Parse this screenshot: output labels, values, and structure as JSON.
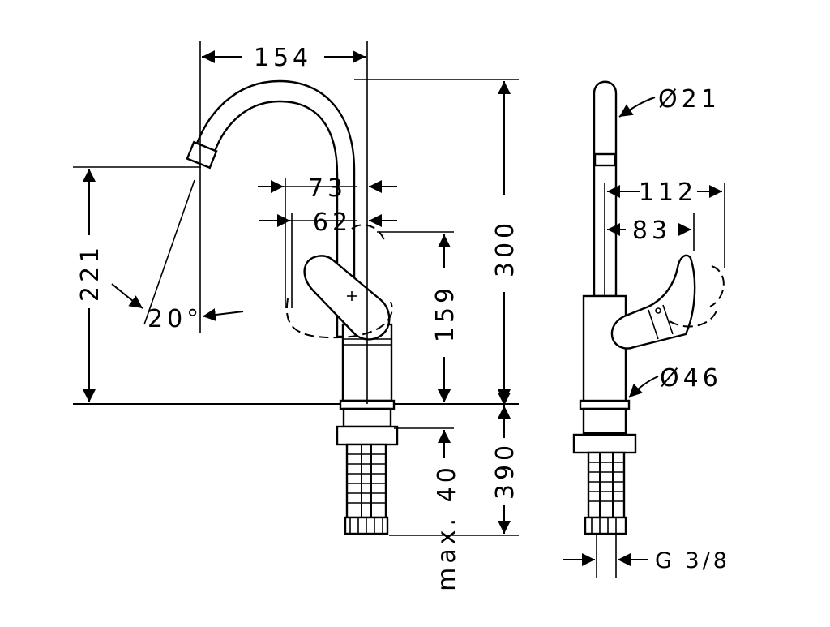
{
  "front_view": {
    "width_total": "154",
    "width_handle_a": "73",
    "width_handle_b": "62",
    "height_total": "300",
    "height_spout": "221",
    "height_handle": "159",
    "spout_angle": "20°",
    "below_deck_max": "max. 40",
    "below_total": "390"
  },
  "side_view": {
    "spout_diameter": "Ø21",
    "reach_total": "112",
    "reach_handle": "83",
    "body_diameter": "Ø46",
    "thread": "G 3/8"
  },
  "colors": {
    "line": "#000000",
    "background": "#ffffff"
  }
}
